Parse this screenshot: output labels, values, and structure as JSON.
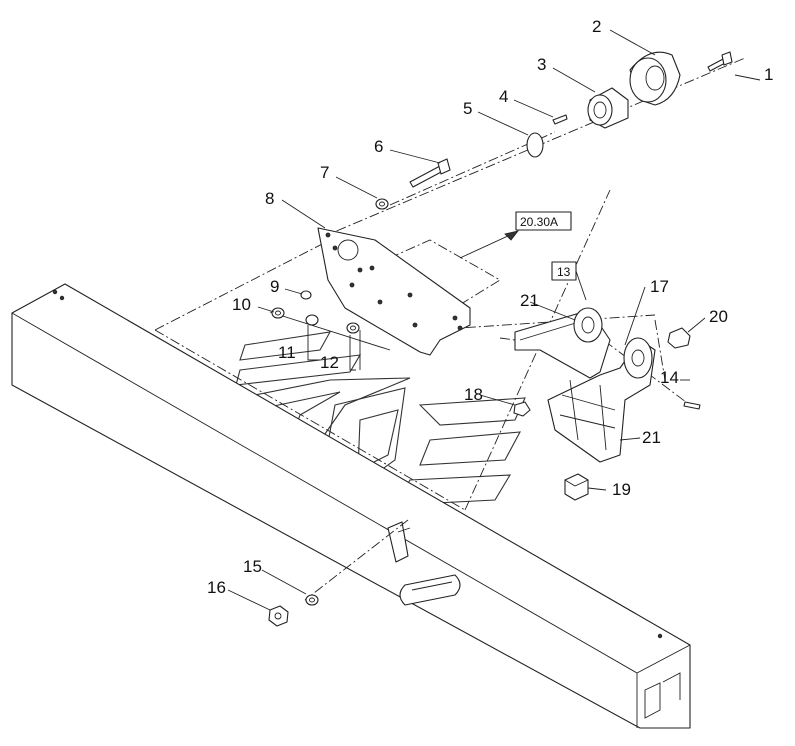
{
  "callouts": [
    {
      "id": "c1",
      "label": "1"
    },
    {
      "id": "c2",
      "label": "2"
    },
    {
      "id": "c3",
      "label": "3"
    },
    {
      "id": "c4",
      "label": "4"
    },
    {
      "id": "c5",
      "label": "5"
    },
    {
      "id": "c6",
      "label": "6"
    },
    {
      "id": "c7",
      "label": "7"
    },
    {
      "id": "c8",
      "label": "8"
    },
    {
      "id": "c9",
      "label": "9"
    },
    {
      "id": "c10",
      "label": "10"
    },
    {
      "id": "c11",
      "label": "11"
    },
    {
      "id": "c12",
      "label": "12"
    },
    {
      "id": "c14",
      "label": "14"
    },
    {
      "id": "c15",
      "label": "15"
    },
    {
      "id": "c16",
      "label": "16"
    },
    {
      "id": "c17",
      "label": "17"
    },
    {
      "id": "c18",
      "label": "18"
    },
    {
      "id": "c19",
      "label": "19"
    },
    {
      "id": "c20",
      "label": "20"
    },
    {
      "id": "c21a",
      "label": "21"
    },
    {
      "id": "c21b",
      "label": "21"
    }
  ],
  "references": {
    "section_ref": "20.30A",
    "boxed_item": "13"
  }
}
